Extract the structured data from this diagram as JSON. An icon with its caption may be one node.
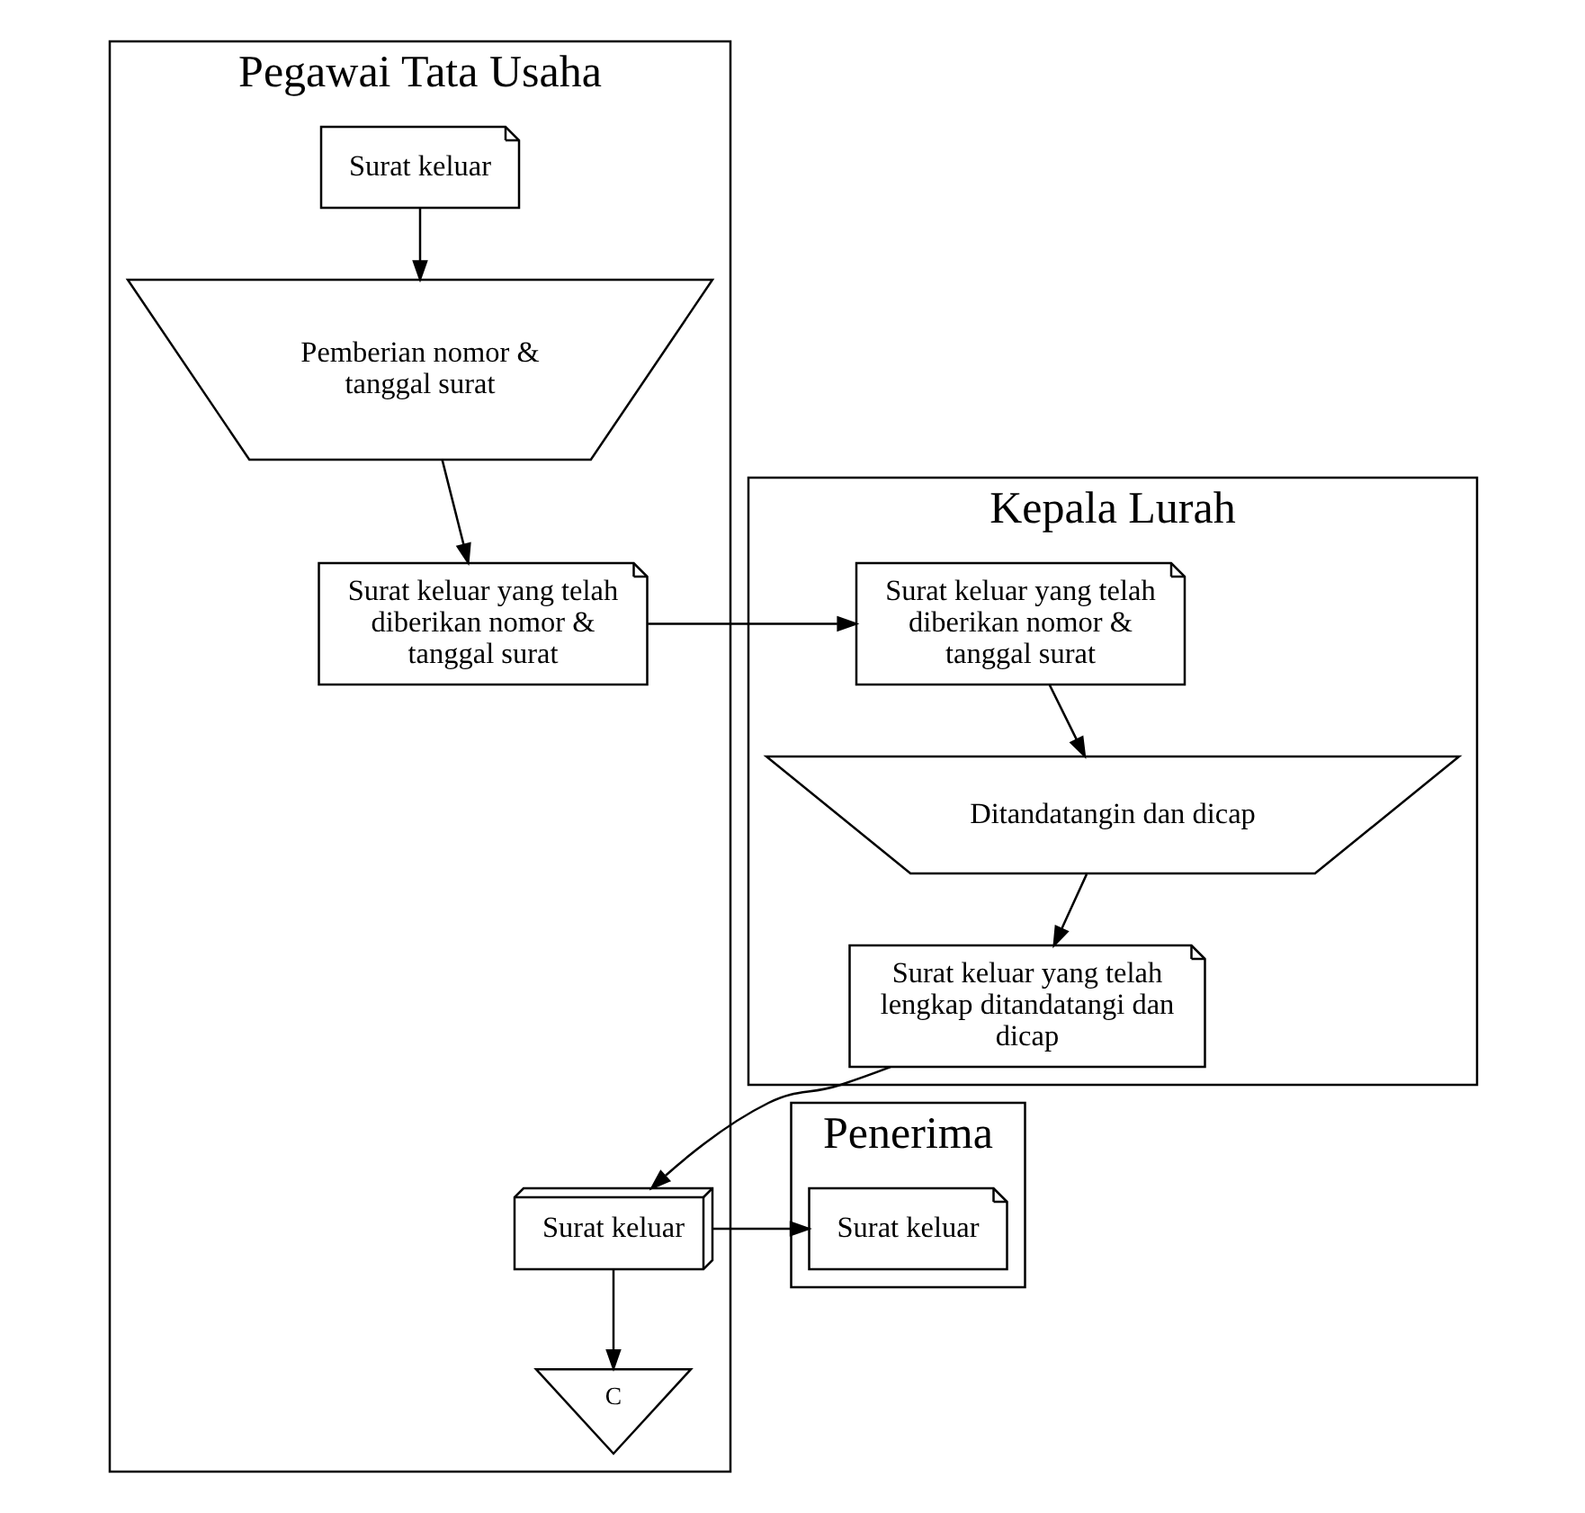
{
  "diagram": {
    "nodes": [
      {
        "text": [
          "Pegawai Tata Usaha"
        ]
      },
      {
        "text": [
          "Kepala Lurah"
        ]
      },
      {
        "text": [
          "Penerima"
        ]
      },
      {
        "text": [
          "Surat keluar"
        ],
        "in": 0
      },
      {
        "text": [
          "Pemberian nomor & tanggal surat"
        ],
        "in": 0
      },
      {
        "text": [
          "Surat keluar yang telah diberikan nomor & tanggal surat"
        ],
        "in": 0
      },
      {
        "text": [
          "Surat keluar yang telah diberikan nomor & tanggal surat"
        ],
        "in": 1
      },
      {
        "text": [
          "Ditandatangin dan dicap"
        ],
        "in": 1
      },
      {
        "text": [
          "Surat keluar yang telah lengkap ditandatangi dan dicap"
        ],
        "in": 1
      },
      {
        "text": [
          "Surat keluar"
        ],
        "in": 0
      },
      {
        "text": [
          "C"
        ],
        "in": 0
      },
      {
        "text": [
          "Surat keluar"
        ],
        "in": 2
      }
    ],
    "edges": [
      {
        "from": 3,
        "to": 4,
        "arrow": "to"
      },
      {
        "from": 4,
        "to": 5,
        "arrow": "to"
      },
      {
        "from": 5,
        "to": 6,
        "arrow": "to"
      },
      {
        "from": 6,
        "to": 7,
        "arrow": "to"
      },
      {
        "from": 7,
        "to": 8,
        "arrow": "to"
      },
      {
        "from": 8,
        "to": 9,
        "arrow": "to"
      },
      {
        "from": 9,
        "to": 11,
        "arrow": "to"
      },
      {
        "from": 9,
        "to": 10,
        "arrow": "to"
      }
    ]
  }
}
